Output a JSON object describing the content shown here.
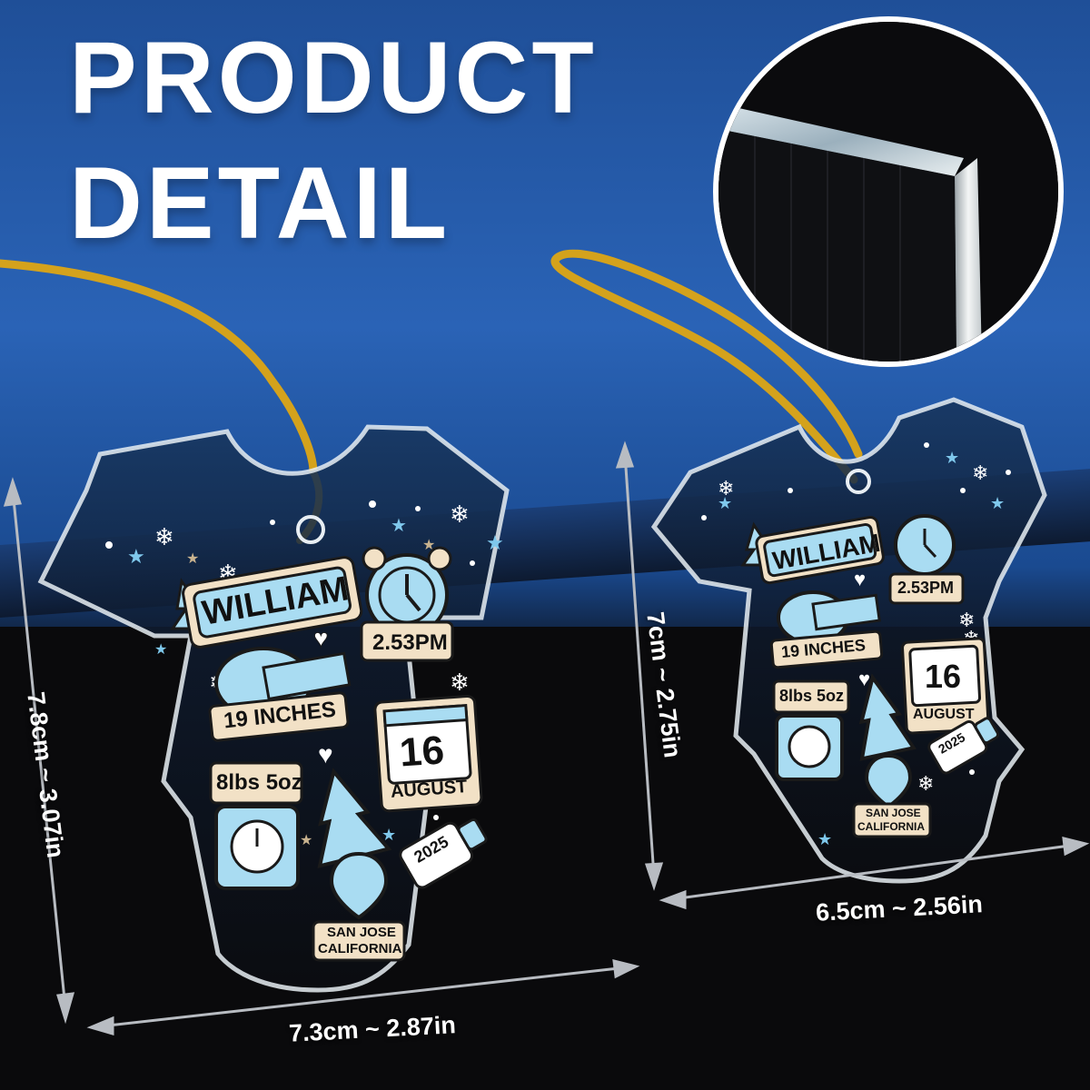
{
  "heading": {
    "line1": "PRODUCT",
    "line2": "DETAIL"
  },
  "ornament_large": {
    "name": "WILLIAM",
    "time": "2.53PM",
    "length": "19 INCHES",
    "weight": "8lbs 5oz",
    "day": "16",
    "month": "AUGUST",
    "year": "2025",
    "city": "SAN JOSE",
    "state": "CALIFORNIA",
    "height_label": "7.8cm ~ 3.07in",
    "width_label": "7.3cm ~ 2.87in"
  },
  "ornament_small": {
    "name": "WILLIAM",
    "time": "2.53PM",
    "length": "19 INCHES",
    "weight": "8lbs 5oz",
    "day": "16",
    "month": "AUGUST",
    "year": "2025",
    "city": "SAN JOSE",
    "state": "CALIFORNIA",
    "height_label": "7cm ~ 2.75in",
    "width_label": "6.5cm ~ 2.56in"
  },
  "colors": {
    "background_blue": "#2a63b6",
    "tile_blue": "#a9dcf2",
    "tile_cream": "#f2e1c6",
    "cord_gold": "#d4a21c"
  }
}
